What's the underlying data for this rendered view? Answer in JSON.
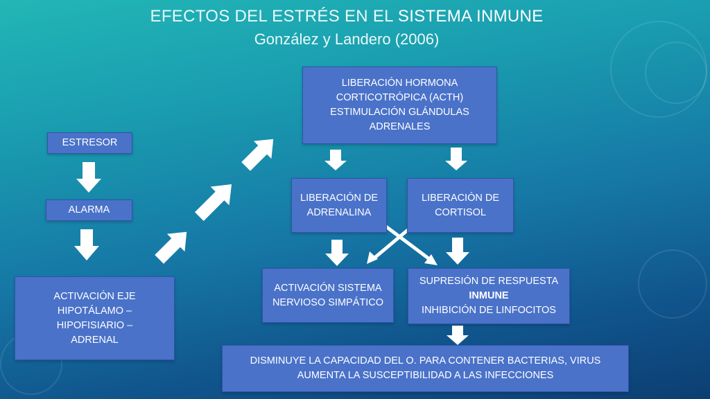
{
  "title": {
    "main_prefix": "EFECTOS DEL ESTRÉS EN EL ",
    "main_emph": "SISTEMA INMUNE",
    "subtitle": "González y Landero (2006)"
  },
  "boxes": {
    "estresor": "ESTRESOR",
    "alarma": "ALARMA",
    "activacion_eje": "ACTIVACIÓN EJE\nHIPOTÁLAMO –\nHIPOFISIARIO –\nADRENAL",
    "acth": "LIBERACIÓN HORMONA\nCORTICOTRÓPICA (ACTH)\nESTIMULACIÓN GLÁNDULAS\nADRENALES",
    "adrenalina": "LIBERACIÓN DE\nADRENALINA",
    "cortisol": "LIBERACIÓN DE\nCORTISOL",
    "simpatico": "ACTIVACIÓN SISTEMA\nNERVIOSO SIMPÁTICO",
    "supresion_line1": "SUPRESIÓN DE RESPUESTA",
    "supresion_bold": "INMUNE",
    "supresion_line3": "INHIBICIÓN DE LINFOCITOS",
    "disminuye": "DISMINUYE LA CAPACIDAD DEL O. PARA CONTENER BACTERIAS, VIRUS\nAUMENTA LA SUSCEPTIBILIDAD A LAS INFECCIONES"
  },
  "colors": {
    "box": "#4a72c9",
    "arrow": "#ffffff"
  }
}
